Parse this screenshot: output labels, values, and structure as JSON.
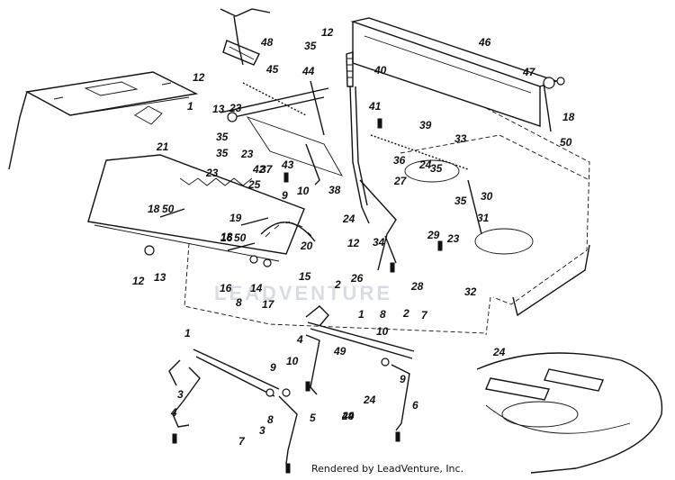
{
  "credit": "Rendered by LeadVenture, Inc.",
  "watermark": "LEADVENTURE",
  "colors": {
    "ink": "#111111",
    "paper": "#ffffff",
    "watermark": "#d9dde3"
  },
  "callouts": [
    "1",
    "1",
    "1",
    "2",
    "2",
    "3",
    "3",
    "4",
    "4",
    "5",
    "6",
    "7",
    "7",
    "8",
    "8",
    "8",
    "9",
    "9",
    "9",
    "10",
    "10",
    "10",
    "12",
    "12",
    "12",
    "12",
    "13",
    "13",
    "14",
    "15",
    "16",
    "16",
    "17",
    "18",
    "18",
    "18",
    "19",
    "20",
    "21",
    "23",
    "23",
    "23",
    "23",
    "24",
    "24",
    "24",
    "24",
    "24",
    "25",
    "26",
    "27",
    "28",
    "29",
    "30",
    "31",
    "32",
    "33",
    "34",
    "35",
    "35",
    "35",
    "35",
    "35",
    "36",
    "37",
    "38",
    "39",
    "40",
    "41",
    "42",
    "43",
    "44",
    "45",
    "46",
    "47",
    "48",
    "49",
    "49",
    "50",
    "50",
    "50"
  ]
}
